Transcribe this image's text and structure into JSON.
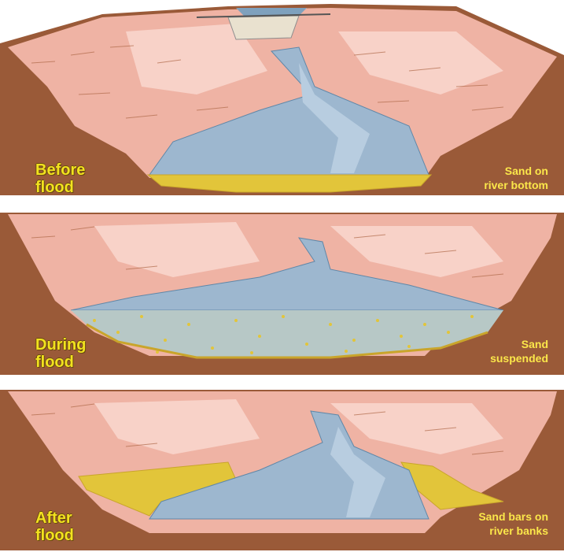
{
  "panels": [
    {
      "stage_label": "Before\nflood",
      "sand_label": "Sand on\nriver bottom"
    },
    {
      "stage_label": "During\nflood",
      "sand_label": "Sand\nsuspended"
    },
    {
      "stage_label": "After\nflood",
      "sand_label": "Sand bars on\nriver banks"
    }
  ],
  "colors": {
    "bedrock": "#9a5a38",
    "cliff": "#efb3a4",
    "cliff_light": "#f8d2c8",
    "water": "#9db7cf",
    "water_light": "#b8cde0",
    "sand": "#e2c53a",
    "sand_dark": "#c9a52b",
    "dam": "#e9e1cf"
  }
}
